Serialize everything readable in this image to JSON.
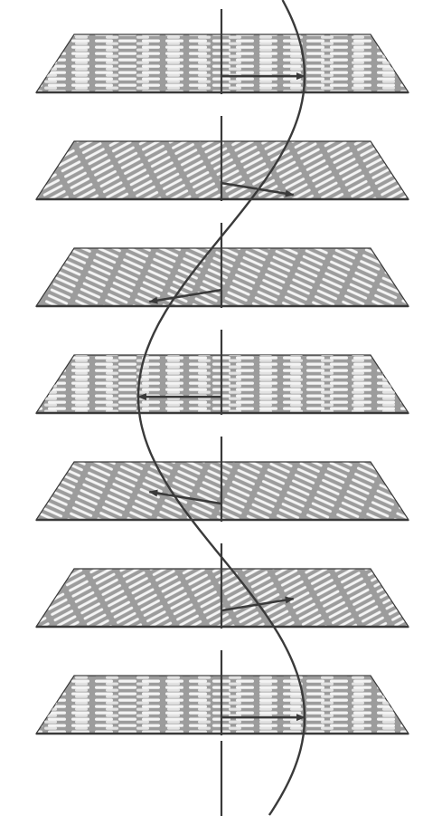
{
  "figure": {
    "layers": [
      {
        "mol_dir": "horizontal",
        "director_angle_deg": 0
      },
      {
        "mol_dir": "diagonal",
        "director_angle_deg": 30
      },
      {
        "mol_dir": "diagonal",
        "director_angle_deg": 150
      },
      {
        "mol_dir": "horizontal",
        "director_angle_deg": 180
      },
      {
        "mol_dir": "diagonal",
        "director_angle_deg": 210
      },
      {
        "mol_dir": "diagonal",
        "director_angle_deg": 330
      },
      {
        "mol_dir": "horizontal",
        "director_angle_deg": 360
      }
    ],
    "colors": {
      "ink": "#3a3a3a",
      "plane_fill": "#9c9c9c",
      "molecule": "#f4f4f4",
      "background": "#ffffff"
    }
  }
}
